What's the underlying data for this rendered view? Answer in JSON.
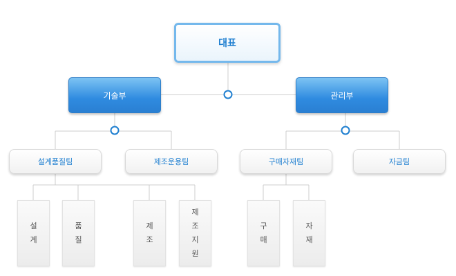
{
  "chart": {
    "ceo": "대표",
    "departments": [
      "기술부",
      "관리부"
    ],
    "teams": [
      "설계품질팀",
      "제조운용팀",
      "구매자재팀",
      "자금팀"
    ],
    "units": [
      "설계",
      "품질",
      "제조",
      "제조지원",
      "구매",
      "자재"
    ]
  },
  "colors": {
    "accent": "#1f7fd0",
    "dept_fill": "#2f8be0",
    "line": "#cccccc",
    "node": "#1f7fd0"
  }
}
